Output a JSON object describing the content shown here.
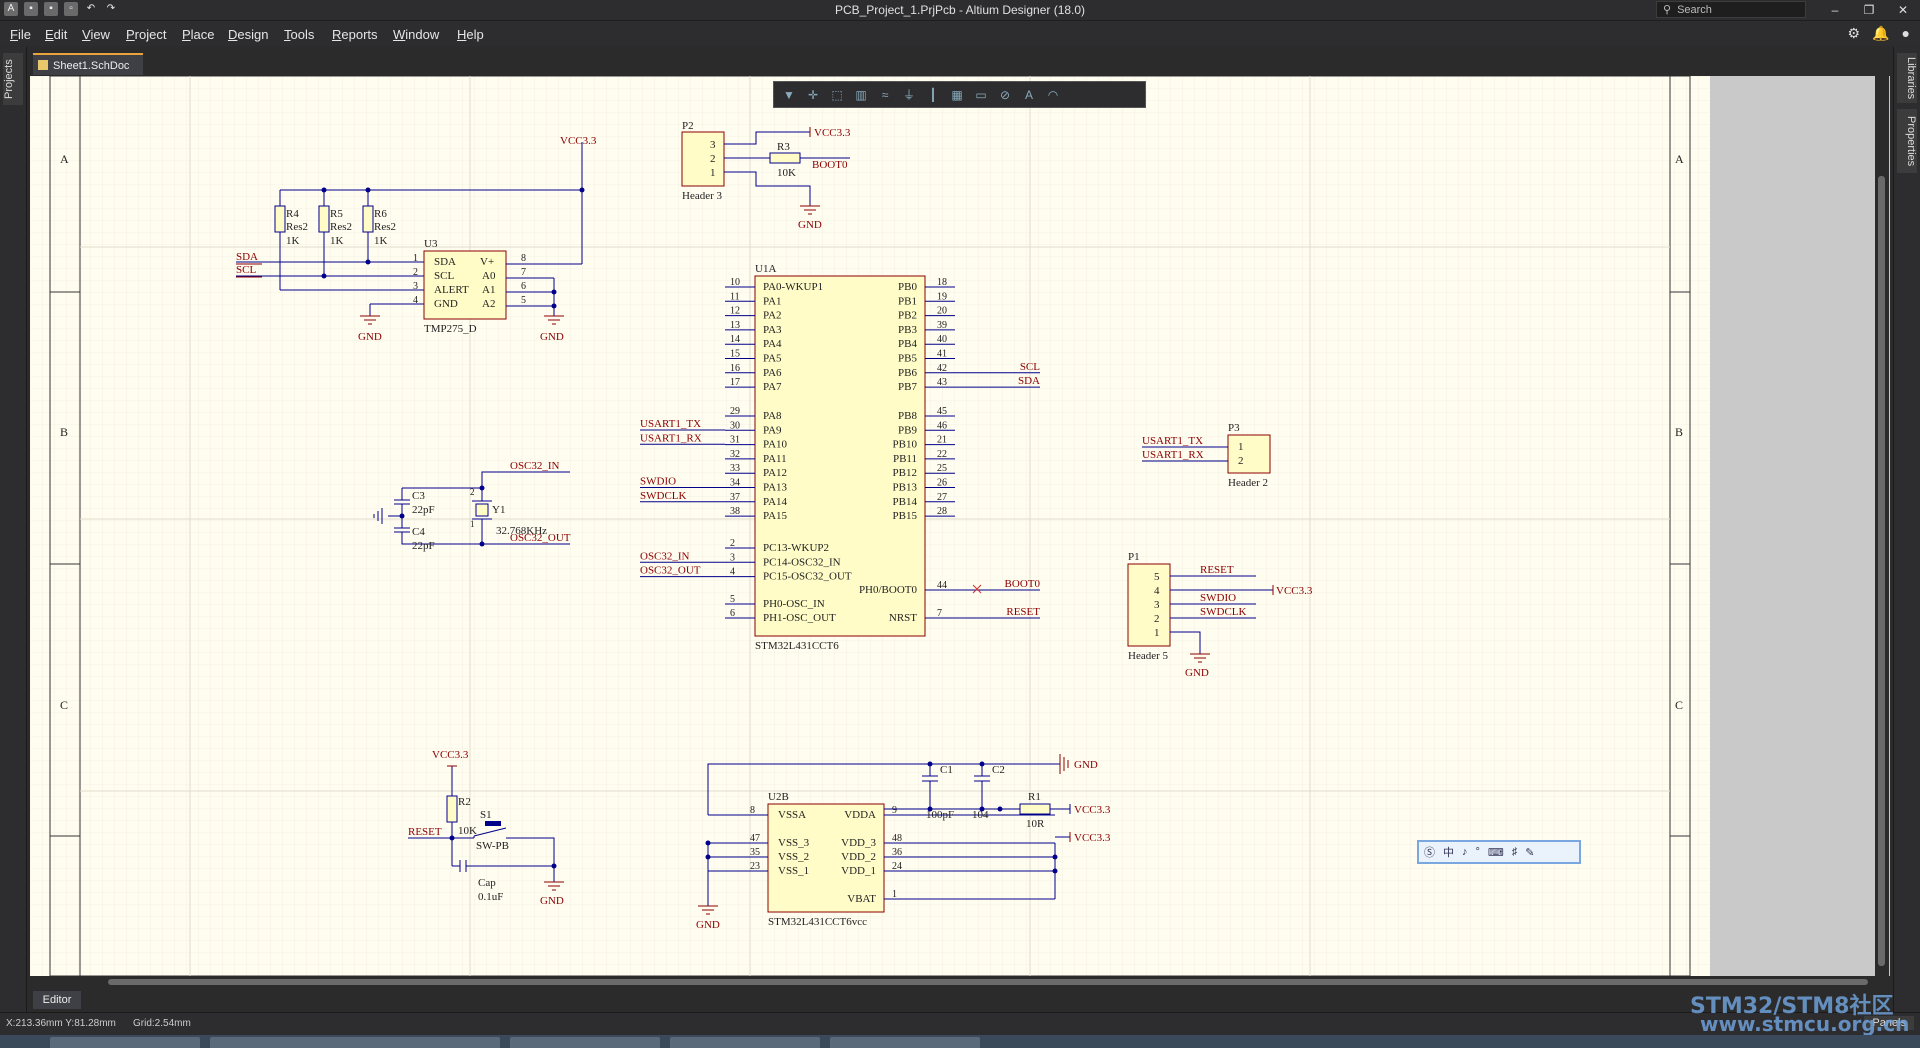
{
  "window": {
    "title": "PCB_Project_1.PrjPcb - Altium Designer (18.0)",
    "search_placeholder": "Search"
  },
  "menu": [
    "File",
    "Edit",
    "View",
    "Project",
    "Place",
    "Design",
    "Tools",
    "Reports",
    "Window",
    "Help"
  ],
  "left_panel": {
    "tab": "Projects"
  },
  "right_panel": {
    "tabs": [
      "Libraries",
      "Properties"
    ]
  },
  "doc_tab": "Sheet1.SchDoc",
  "editor_tab": "Editor",
  "status": {
    "coords": "X:213.36mm Y:81.28mm",
    "grid": "Grid:2.54mm",
    "panels": "Panels"
  },
  "watermark": {
    "line1": "STM32/STM8社区",
    "line2": "www.stmcu.org.cn"
  },
  "ime": [
    "中",
    "♪",
    "°",
    "⌨",
    "♯",
    "✎"
  ],
  "border_labels": {
    "left": [
      "A",
      "B",
      "C"
    ],
    "right": [
      "A",
      "B",
      "C"
    ]
  },
  "schematic": {
    "tmp": {
      "vcc": "VCC3.3",
      "r": [
        {
          "ref": "R4",
          "val": "Res2",
          "v2": "1K"
        },
        {
          "ref": "R5",
          "val": "Res2",
          "v2": "1K"
        },
        {
          "ref": "R6",
          "val": "Res2",
          "v2": "1K"
        }
      ],
      "ref": "U3",
      "name": "TMP275_D",
      "pins_l": [
        "SDA",
        "SCL",
        "ALERT",
        "GND"
      ],
      "pins_r": [
        "V+",
        "A0",
        "A1",
        "A2"
      ],
      "nums_l": [
        "1",
        "2",
        "3",
        "4"
      ],
      "nums_r": [
        "8",
        "7",
        "6",
        "5"
      ],
      "sda": "SDA",
      "scl": "SCL",
      "gnd": "GND"
    },
    "p2": {
      "ref": "P2",
      "name": "Header 3",
      "pins": [
        "3",
        "2",
        "1"
      ],
      "vcc": "VCC3.3",
      "r3": "R3",
      "r3v": "10K",
      "boot": "BOOT0",
      "gnd": "GND"
    },
    "u1a": {
      "ref": "U1A",
      "name": "STM32L431CCT6",
      "left": [
        "PA0-WKUP1",
        "PA1",
        "PA2",
        "PA3",
        "PA4",
        "PA5",
        "PA6",
        "PA7",
        "PA8",
        "PA9",
        "PA10",
        "PA11",
        "PA12",
        "PA13",
        "PA14",
        "PA15",
        "PC13-WKUP2",
        "PC14-OSC32_IN",
        "PC15-OSC32_OUT",
        "PH0-OSC_IN",
        "PH1-OSC_OUT"
      ],
      "right": [
        "PB0",
        "PB1",
        "PB2",
        "PB3",
        "PB4",
        "PB5",
        "PB6",
        "PB7",
        "PB8",
        "PB9",
        "PB10",
        "PB11",
        "PB12",
        "PB13",
        "PB14",
        "PB15",
        "PH0/BOOT0",
        "NRST"
      ],
      "lnums": [
        "10",
        "11",
        "12",
        "13",
        "14",
        "15",
        "16",
        "17",
        "29",
        "30",
        "31",
        "32",
        "33",
        "34",
        "37",
        "38",
        "2",
        "3",
        "4",
        "5",
        "6"
      ],
      "rnums": [
        "18",
        "19",
        "20",
        "39",
        "40",
        "41",
        "42",
        "43",
        "45",
        "46",
        "21",
        "22",
        "25",
        "26",
        "27",
        "28",
        "44",
        "7"
      ],
      "nets_l": {
        "tx": "USART1_TX",
        "rx": "USART1_RX",
        "swdio": "SWDIO",
        "swdclk": "SWDCLK",
        "osc_in": "OSC32_IN",
        "osc_out": "OSC32_OUT"
      },
      "nets_r": {
        "scl": "SCL",
        "sda": "SDA",
        "boot": "BOOT0",
        "reset": "RESET"
      }
    },
    "p3": {
      "ref": "P3",
      "name": "Header 2",
      "pins": [
        "1",
        "2"
      ],
      "tx": "USART1_TX",
      "rx": "USART1_RX"
    },
    "p1": {
      "ref": "P1",
      "name": "Header 5",
      "pins": [
        "5",
        "4",
        "3",
        "2",
        "1"
      ],
      "reset": "RESET",
      "vcc": "VCC3.3",
      "swdio": "SWDIO",
      "swdclk": "SWDCLK",
      "gnd": "GND"
    },
    "osc": {
      "c3": "C3",
      "c3v": "22pF",
      "c4": "C4",
      "c4v": "22pF",
      "y1": "Y1",
      "freq": "32.768KHz",
      "in": "OSC32_IN",
      "out": "OSC32_OUT",
      "p1": "1",
      "p2": "2"
    },
    "reset": {
      "vcc": "VCC3.3",
      "r2": "R2",
      "r2v": "10K",
      "s1": "S1",
      "sw": "SW-PB",
      "net": "RESET",
      "cap": "Cap",
      "capv": "0.1uF",
      "gnd": "GND"
    },
    "u2b": {
      "ref": "U2B",
      "name": "STM32L431CCT6vcc",
      "left": [
        "VSSA",
        "VSS_3",
        "VSS_2",
        "VSS_1"
      ],
      "lnums": [
        "8",
        "47",
        "35",
        "23"
      ],
      "right": [
        "VDDA",
        "VDD_3",
        "VDD_2",
        "VDD_1",
        "VBAT"
      ],
      "rnums": [
        "9",
        "48",
        "36",
        "24",
        "1"
      ],
      "c1": "C1",
      "c1v": "100pF",
      "c2": "C2",
      "c2v": "104",
      "r1": "R1",
      "r1v": "10R",
      "gnd": "GND",
      "vcc": "VCC3.3"
    }
  }
}
